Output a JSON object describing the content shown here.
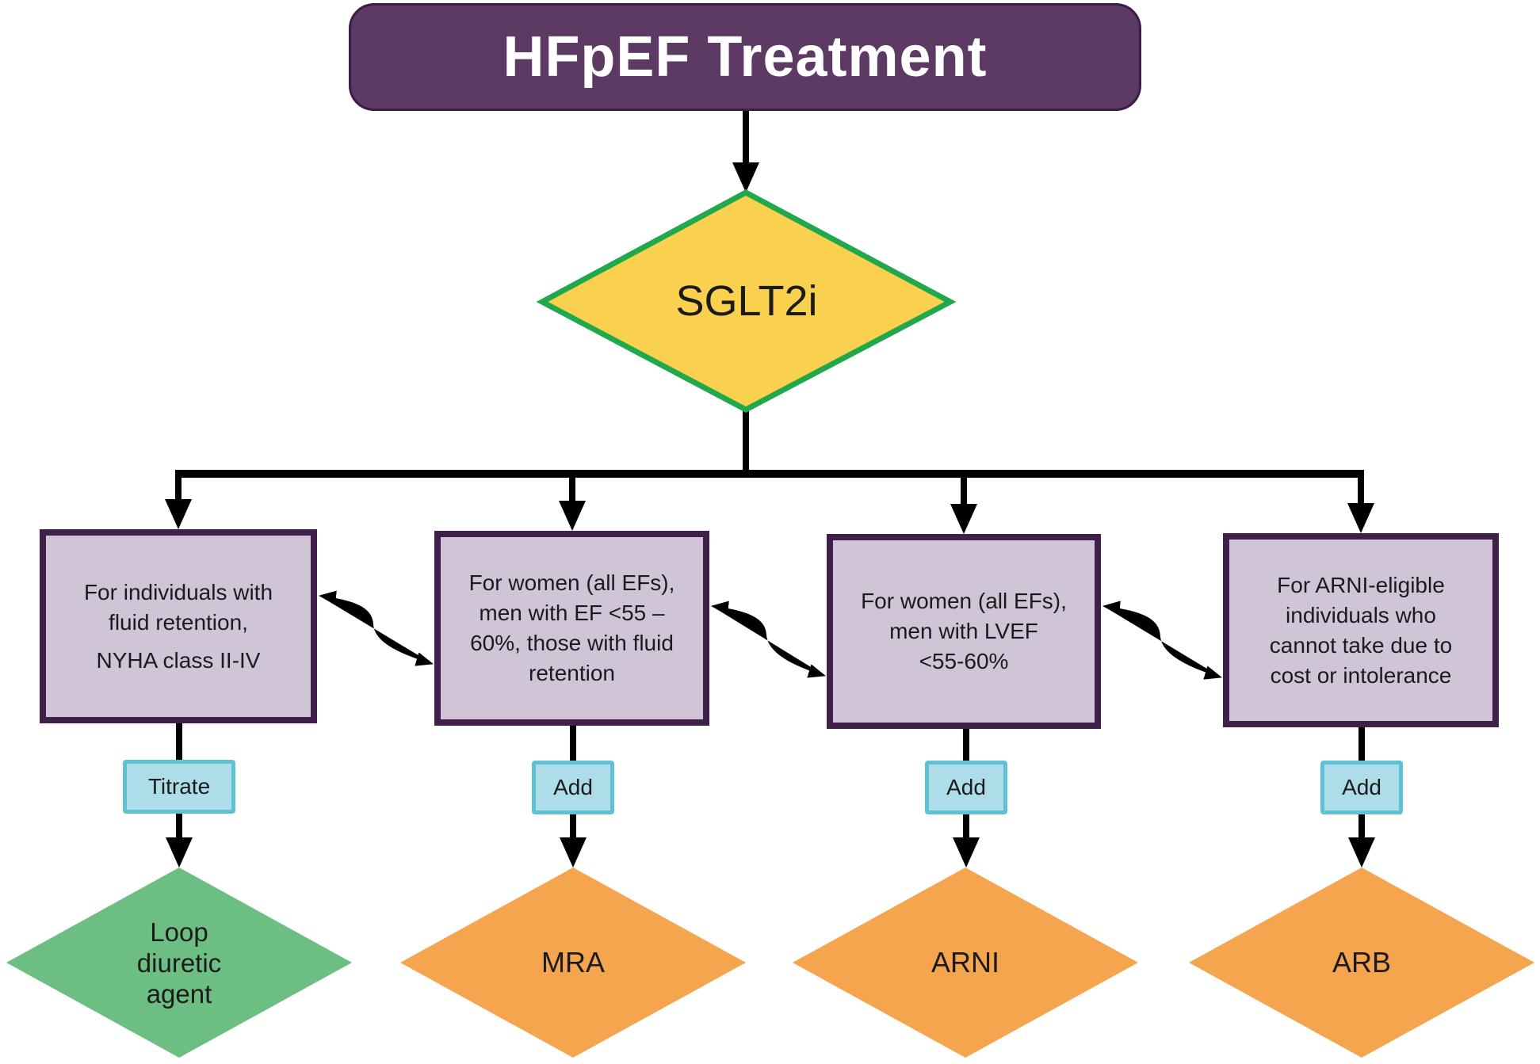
{
  "title": {
    "label": "HFpEF Treatment"
  },
  "root_decision": {
    "label": "SGLT2i"
  },
  "branches": [
    {
      "criteria_lines": [
        "For individuals with",
        "fluid retention,",
        "NYHA class II-IV"
      ],
      "action": "Titrate",
      "outcome_lines": [
        "Loop",
        "diuretic",
        "agent"
      ],
      "outcome_color": "#6cbe82"
    },
    {
      "criteria_lines": [
        "For women (all EFs),",
        "men with EF <55 –",
        "60%, those with fluid",
        "retention"
      ],
      "action": "Add",
      "outcome_lines": [
        "MRA"
      ],
      "outcome_color": "#f5a54e"
    },
    {
      "criteria_lines": [
        "For women (all EFs),",
        "men with LVEF",
        "<55-60%"
      ],
      "action": "Add",
      "outcome_lines": [
        "ARNI"
      ],
      "outcome_color": "#f5a54e"
    },
    {
      "criteria_lines": [
        "For ARNI-eligible",
        "individuals who",
        "cannot take due to",
        "cost or intolerance"
      ],
      "action": "Add",
      "outcome_lines": [
        "ARB"
      ],
      "outcome_color": "#f5a54e"
    }
  ],
  "colors": {
    "title_bg": "#5c3a64",
    "title_border": "#3a1d42",
    "title_text": "#ffffff",
    "decision_fill": "#fad14e",
    "decision_border": "#21a84d",
    "criteria_fill": "#cfc5d6",
    "criteria_border": "#401f4b",
    "action_fill": "#addde9",
    "action_border": "#5fc1d4",
    "outcome_green": "#6cbe82",
    "outcome_orange": "#f5a54e",
    "connector": "#000000"
  }
}
